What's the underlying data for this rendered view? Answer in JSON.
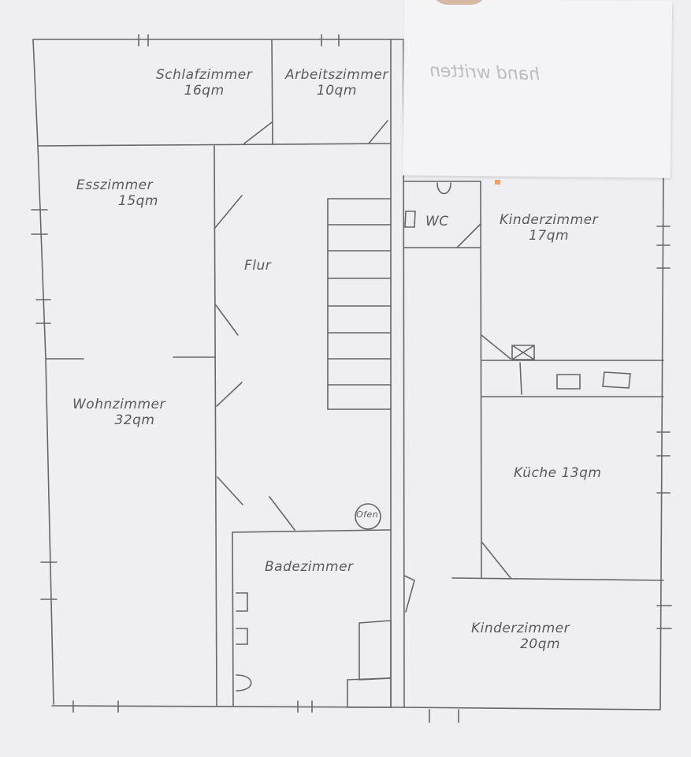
{
  "rooms": {
    "schlafzimmer": {
      "name": "Schlafzimmer",
      "area": "16qm"
    },
    "arbeitszimmer": {
      "name": "Arbeitszimmer",
      "area": "10qm"
    },
    "esszimmer": {
      "name": "Esszimmer",
      "area": "15qm"
    },
    "flur": {
      "name": "Flur"
    },
    "wc": {
      "name": "WC"
    },
    "kinderzimmer1": {
      "name": "Kinderzimmer",
      "area": "17qm"
    },
    "wohnzimmer": {
      "name": "Wohnzimmer",
      "area": "32qm"
    },
    "kueche": {
      "name": "Küche 13qm"
    },
    "ofen": {
      "name": "Ofen"
    },
    "badezimmer": {
      "name": "Badezimmer"
    },
    "kinderzimmer2": {
      "name": "Kinderzimmer",
      "area": "20qm"
    }
  },
  "note": {
    "text": "hand written"
  },
  "colors": {
    "paper": "#efeef2",
    "pencil": "#6b6b70",
    "tape": "#f2a06a"
  }
}
